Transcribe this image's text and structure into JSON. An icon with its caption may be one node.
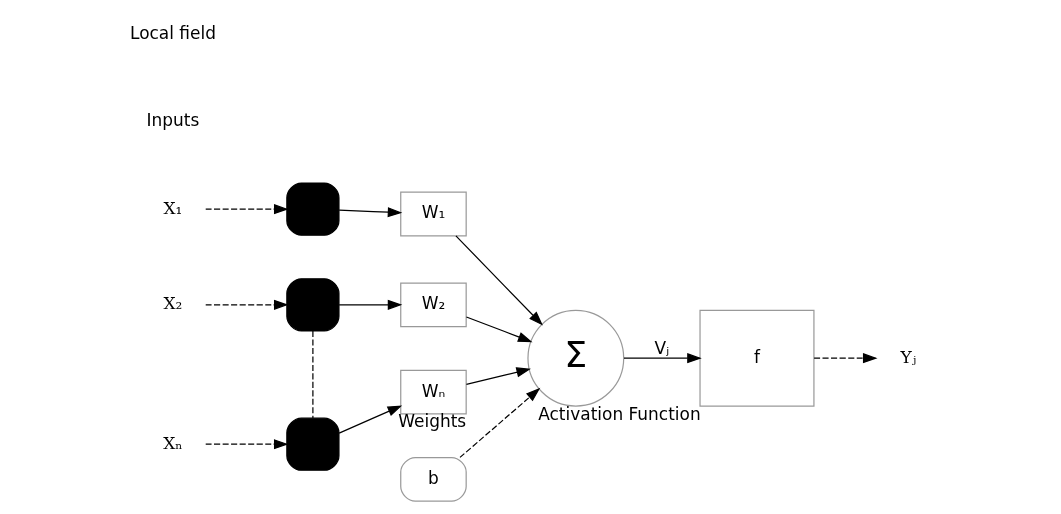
{
  "diagram": {
    "nodes": [
      {
        "text": [
          "X₁"
        ]
      },
      {
        "text": [],
        "shape": "box"
      },
      {
        "text": [
          "W₁"
        ]
      },
      {
        "text": [
          "X₂"
        ]
      },
      {
        "text": [],
        "shape": "box"
      },
      {
        "text": [
          "W₂"
        ]
      },
      {
        "text": [
          "Xₙ"
        ]
      },
      {
        "text": [],
        "shape": "box"
      },
      {
        "text": [
          "Wₙ"
        ],
        "beside": [
          "Weights"
        ]
      },
      {
        "text": [
          "b"
        ]
      },
      {
        "text": [
          "Σ"
        ]
      },
      {
        "text": [
          "f"
        ],
        "beside": [
          "Activation Function"
        ]
      },
      {
        "text": [
          "Yⱼ"
        ]
      }
    ],
    "edges": [
      {
        "from": 0,
        "to": 1,
        "arrow": "to",
        "style": "dashed"
      },
      {
        "from": 1,
        "to": 2,
        "arrow": "to"
      },
      {
        "from": 3,
        "to": 4,
        "arrow": "to",
        "style": "dashed"
      },
      {
        "from": 4,
        "to": 5,
        "arrow": "to"
      },
      {
        "from": 6,
        "to": 7,
        "arrow": "to",
        "style": "dashed"
      },
      {
        "from": 7,
        "to": 8,
        "arrow": "to"
      },
      {
        "from": 4,
        "to": 7,
        "arrow": "none",
        "style": "dashed"
      },
      {
        "from": 2,
        "to": 10,
        "arrow": "to"
      },
      {
        "from": 5,
        "to": 10,
        "arrow": "to"
      },
      {
        "from": 8,
        "to": 10,
        "arrow": "to"
      },
      {
        "from": 9,
        "to": 10,
        "arrow": "to",
        "style": "dashed"
      },
      {
        "from": 10,
        "to": 11,
        "label": "Vⱼ",
        "arrow": "to"
      },
      {
        "from": 11,
        "to": 12,
        "arrow": "to",
        "style": "dashed"
      }
    ],
    "labels": [
      "Inputs",
      "Local field"
    ]
  }
}
